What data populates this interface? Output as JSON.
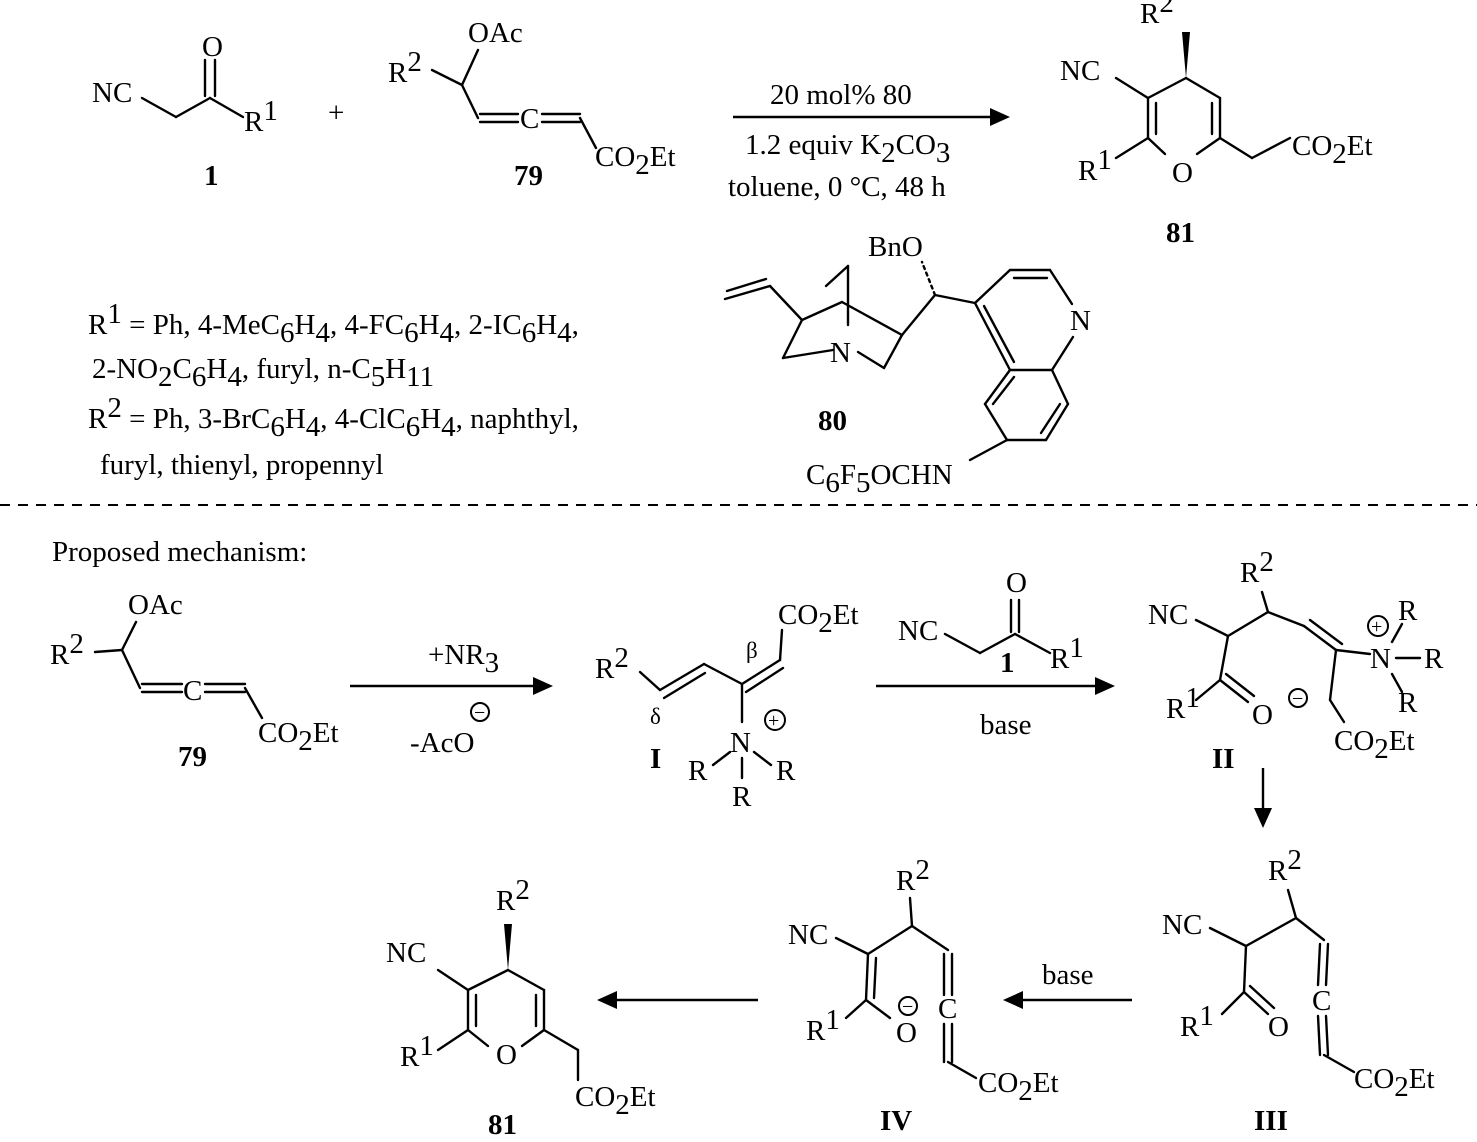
{
  "reaction": {
    "arrow_line1_text": "20 mol% ",
    "arrow_line1_bold": "80",
    "arrow_line2": "1.2 equiv K2CO3",
    "arrow_line3": "toluene, 0 °C, 48 h",
    "plus": "+"
  },
  "compounds": {
    "c1": "1",
    "c79": "79",
    "c81": "81",
    "c80": "80",
    "cI": "I",
    "cII": "II",
    "cIII": "III",
    "cIV": "IV"
  },
  "substituents": {
    "r1_line1": "R1 = Ph, 4-MeC6H4, 4-FC6H4, 2-IC6H4,",
    "r1_line2": "2-NO2C6H4, furyl, n-C5H11",
    "r2_line1": "R2 = Ph, 3-BrC6H4, 4-ClC6H4, naphthyl,",
    "r2_line2": "furyl, thienyl, propennyl"
  },
  "mechanism": {
    "heading": "Proposed mechanism:",
    "step1_top": "+NR3",
    "step1_bottom": "-AcO",
    "step2_bottom": "base",
    "step4_top": "base"
  },
  "labels": {
    "NC": "NC",
    "O": "O",
    "OAc": "OAc",
    "CO2Et": "CO2Et",
    "R1": "R1",
    "R2": "R2",
    "C": "C",
    "N": "N",
    "R": "R",
    "BnO": "BnO",
    "C6F5OCHN": "C6F5OCHN",
    "beta": "β",
    "delta": "δ",
    "plus_charge": "+",
    "minus_charge": "−"
  },
  "colors": {
    "ink": "#000000",
    "background": "#ffffff"
  }
}
